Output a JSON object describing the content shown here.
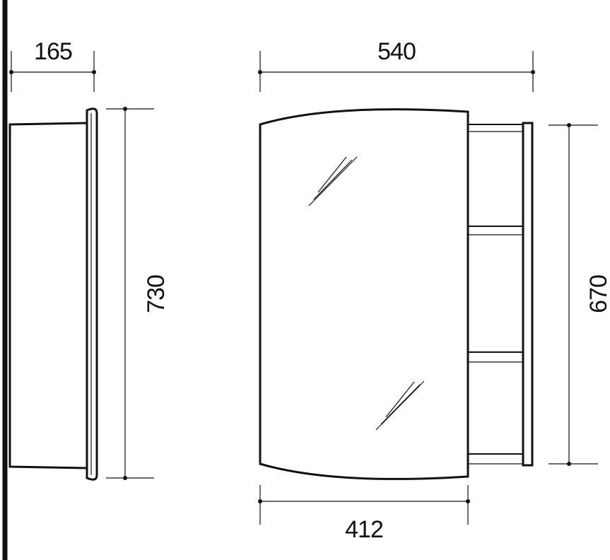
{
  "dimensions": {
    "side_depth": "165",
    "side_height": "730",
    "front_width": "540",
    "cabinet_height": "670",
    "door_width": "412"
  },
  "colors": {
    "ink": "#111111",
    "background": "#ffffff"
  }
}
